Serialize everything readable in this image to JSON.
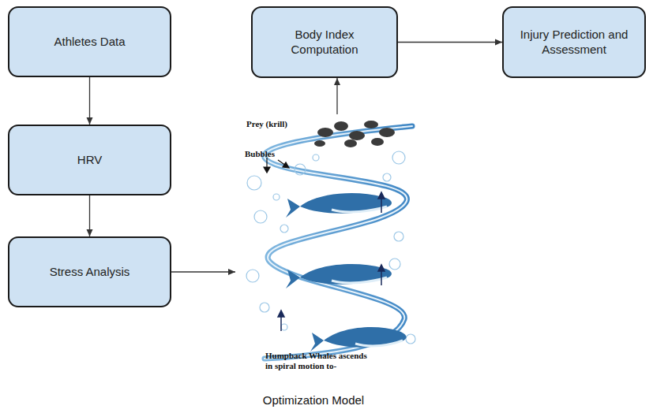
{
  "diagram": {
    "nodes": [
      {
        "text": [
          "Athletes Data"
        ]
      },
      {
        "text": [
          "HRV"
        ]
      },
      {
        "text": [
          "Stress Analysis"
        ]
      },
      {
        "text": [
          "Prey (krill)",
          "Bubbles",
          "Humpback Whales ascends in spiral motion to-",
          "Optimization Model"
        ]
      },
      {
        "text": [
          "Body Index Computation"
        ]
      },
      {
        "text": [
          "Injury Prediction and Assessment"
        ]
      }
    ],
    "edges": [
      {
        "from": 0,
        "to": 1,
        "arrow": "to"
      },
      {
        "from": 1,
        "to": 2,
        "arrow": "to"
      },
      {
        "from": 2,
        "to": 3,
        "arrow": "to"
      },
      {
        "from": 3,
        "to": 4,
        "arrow": "to"
      },
      {
        "from": 4,
        "to": 5,
        "arrow": "to"
      }
    ]
  }
}
